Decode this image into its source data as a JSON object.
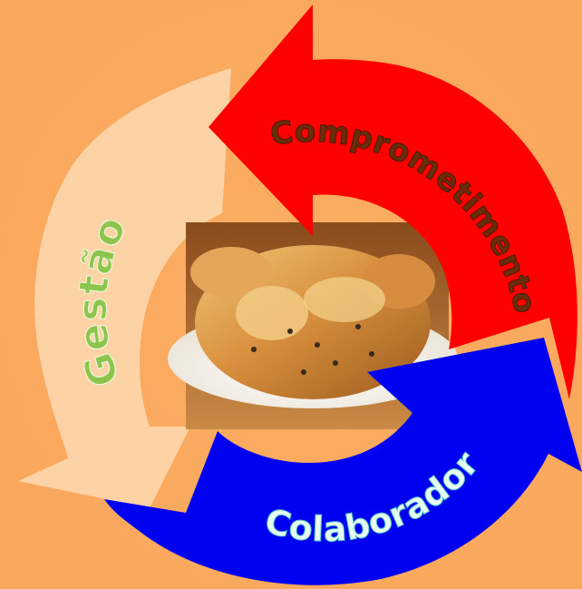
{
  "diagram": {
    "labels": {
      "top": "Comprometimento",
      "left": "Gestão",
      "bottom": "Colaborador"
    },
    "colors": {
      "background": "#FBAD63",
      "arrow_top": "#FF0000",
      "arrow_left": "#FDD3A6",
      "arrow_bottom": "#0000F0",
      "label_top": "#6B2C0A",
      "label_left": "#8CC44C",
      "label_bottom": "#E8FBEF"
    },
    "center_image": "roast-chicken-photo"
  }
}
